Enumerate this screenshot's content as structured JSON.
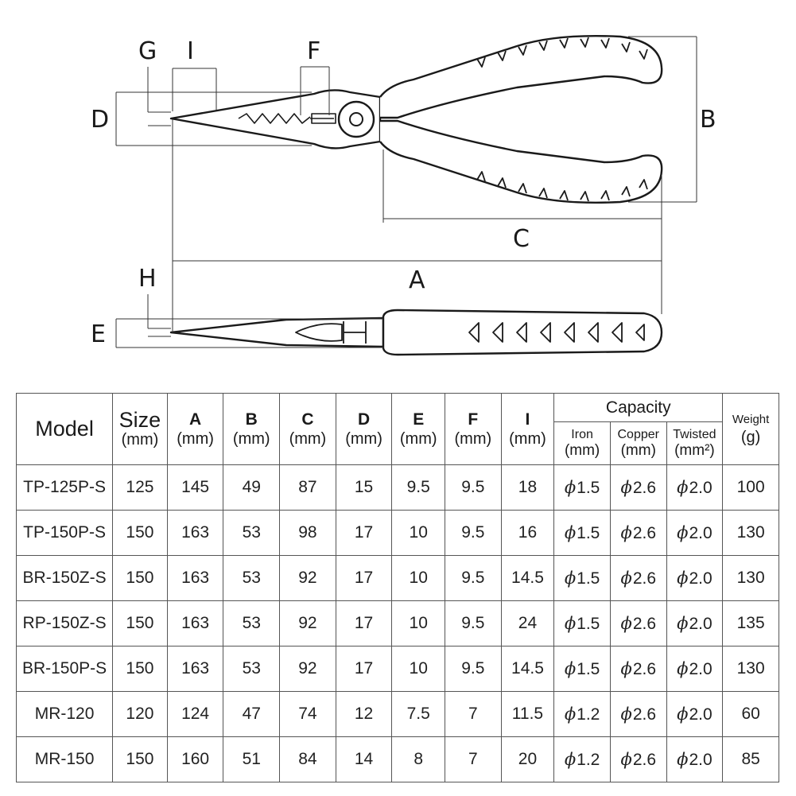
{
  "drawing": {
    "dimension_labels": {
      "A": "A",
      "B": "B",
      "C": "C",
      "D": "D",
      "E": "E",
      "F": "F",
      "G": "G",
      "H": "H",
      "I": "I"
    }
  },
  "table": {
    "headers": {
      "model": "Model",
      "size": "Size",
      "A": "A",
      "B": "B",
      "C": "C",
      "D": "D",
      "E": "E",
      "F": "F",
      "I": "I",
      "unit_mm": "(mm)",
      "capacity": "Capacity",
      "iron": "Iron",
      "copper": "Copper",
      "twisted": "Twisted",
      "unit_mm2": "(mm²)",
      "weight": "Weight",
      "unit_g": "(g)"
    },
    "phi_symbol": "ϕ",
    "rows": [
      {
        "model": "TP-125P-S",
        "size": "125",
        "a": "145",
        "b": "49",
        "c": "87",
        "d": "15",
        "e": "9.5",
        "f": "9.5",
        "i": "18",
        "iron": "1.5",
        "copper": "2.6",
        "twisted": "2.0",
        "weight": "100"
      },
      {
        "model": "TP-150P-S",
        "size": "150",
        "a": "163",
        "b": "53",
        "c": "98",
        "d": "17",
        "e": "10",
        "f": "9.5",
        "i": "16",
        "iron": "1.5",
        "copper": "2.6",
        "twisted": "2.0",
        "weight": "130"
      },
      {
        "model": "BR-150Z-S",
        "size": "150",
        "a": "163",
        "b": "53",
        "c": "92",
        "d": "17",
        "e": "10",
        "f": "9.5",
        "i": "14.5",
        "iron": "1.5",
        "copper": "2.6",
        "twisted": "2.0",
        "weight": "130"
      },
      {
        "model": "RP-150Z-S",
        "size": "150",
        "a": "163",
        "b": "53",
        "c": "92",
        "d": "17",
        "e": "10",
        "f": "9.5",
        "i": "24",
        "iron": "1.5",
        "copper": "2.6",
        "twisted": "2.0",
        "weight": "135"
      },
      {
        "model": "BR-150P-S",
        "size": "150",
        "a": "163",
        "b": "53",
        "c": "92",
        "d": "17",
        "e": "10",
        "f": "9.5",
        "i": "14.5",
        "iron": "1.5",
        "copper": "2.6",
        "twisted": "2.0",
        "weight": "130"
      },
      {
        "model": "MR-120",
        "size": "120",
        "a": "124",
        "b": "47",
        "c": "74",
        "d": "12",
        "e": "7.5",
        "f": "7",
        "i": "11.5",
        "iron": "1.2",
        "copper": "2.6",
        "twisted": "2.0",
        "weight": "60"
      },
      {
        "model": "MR-150",
        "size": "150",
        "a": "160",
        "b": "51",
        "c": "84",
        "d": "14",
        "e": "8",
        "f": "7",
        "i": "20",
        "iron": "1.2",
        "copper": "2.6",
        "twisted": "2.0",
        "weight": "85"
      }
    ]
  }
}
